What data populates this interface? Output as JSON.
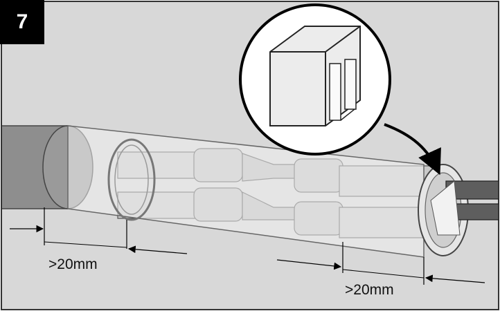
{
  "step": {
    "number": "7"
  },
  "dimensions": {
    "left": ">20mm",
    "right": ">20mm"
  },
  "colors": {
    "background": "#d8d8d8",
    "cable_jacket": "#8e8e8e",
    "sleeve": "#ebebeb",
    "conductor": "#c7c7c7",
    "dark_cable": "#5e5e5e",
    "arrow": "#000000"
  },
  "icons": {
    "detail": "clip-detail-icon",
    "pointer": "curved-arrow-icon"
  }
}
